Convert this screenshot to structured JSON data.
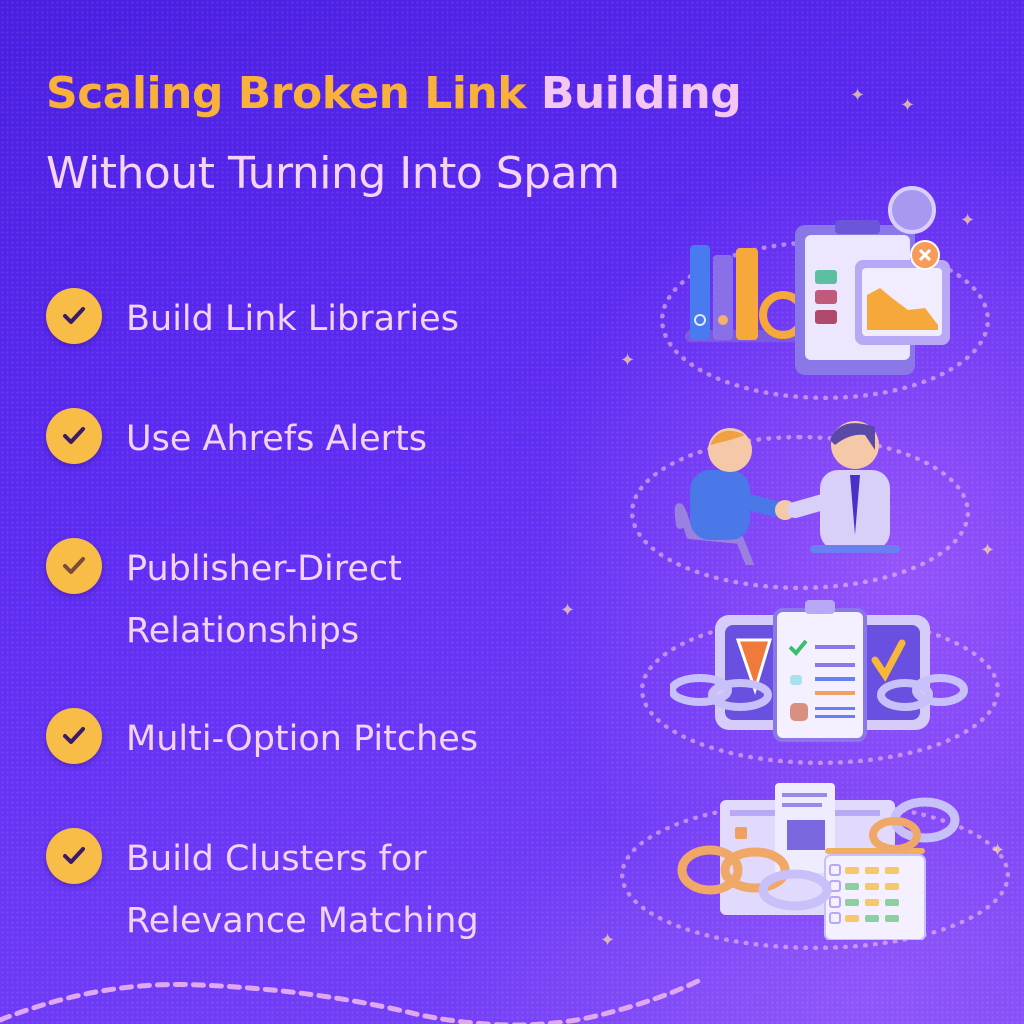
{
  "header": {
    "title_part1": "Scaling Broken Link",
    "title_part2": "Building",
    "subtitle": "Without Turning Into Spam"
  },
  "colors": {
    "background": "#5b2af0",
    "title_accent": "#f8b23c",
    "title_pink": "#f4c6f4",
    "text": "#f4d2f6",
    "check_badge": "#f7bd46",
    "check_mark": "#3a1a6a"
  },
  "items": [
    {
      "label": "Build Link Libraries",
      "icon": "check-circle-icon",
      "illustration": "library-and-clipboard-chart"
    },
    {
      "label": "Use Ahrefs Alerts",
      "icon": "check-circle-icon",
      "illustration": "handshake"
    },
    {
      "label": "Publisher-Direct\nRelationships",
      "icon": "check-circle-icon",
      "illustration": "checklist-with-chains"
    },
    {
      "label": "Multi-Option Pitches",
      "icon": "check-circle-icon",
      "illustration": "documents-with-chain-and-calendar"
    },
    {
      "label": "Build Clusters for\nRelevance Matching",
      "icon": "check-circle-icon"
    }
  ]
}
